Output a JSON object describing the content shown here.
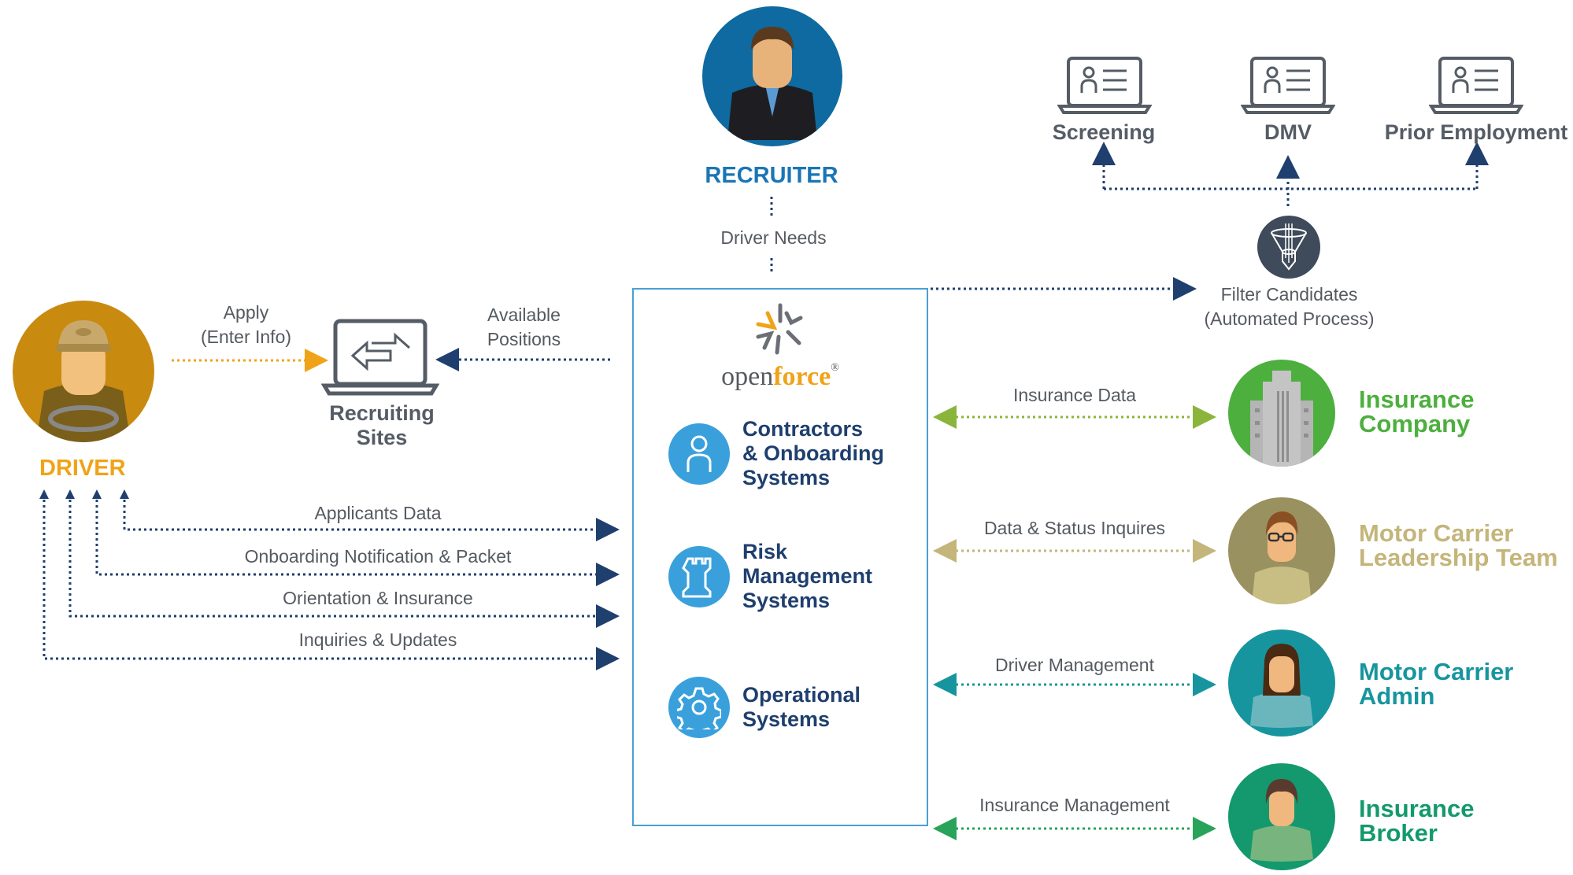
{
  "driver": {
    "title": "DRIVER",
    "color": "#f0a318",
    "icon": "truck-driver-avatar"
  },
  "recruiter": {
    "title": "RECRUITER",
    "color": "#1a75b5",
    "icon": "businessman-avatar"
  },
  "recruiting_sites": {
    "title": "Recruiting\nSites",
    "icon": "laptop-exchange-icon"
  },
  "flows": {
    "apply": "Apply\n(Enter Info)",
    "available_positions": "Available\nPositions",
    "driver_needs": "Driver Needs",
    "applicants_data": "Applicants Data",
    "onboarding": "Onboarding Notification & Packet",
    "orientation": "Orientation & Insurance",
    "inquiries": "Inquiries & Updates",
    "insurance_data": "Insurance Data",
    "data_status": "Data & Status Inquires",
    "driver_mgmt": "Driver Management",
    "insurance_mgmt": "Insurance Management"
  },
  "brand": {
    "open": "open",
    "force": "force",
    "reg": "®",
    "color_open": "#555a60",
    "color_force": "#f0a318"
  },
  "systems": [
    {
      "label": "Contractors\n& Onboarding\nSystems",
      "icon": "person-icon"
    },
    {
      "label": "Risk\nManagement\nSystems",
      "icon": "rook-icon"
    },
    {
      "label": "Operational\nSystems",
      "icon": "gear-icon"
    }
  ],
  "checks": [
    {
      "label": "Screening",
      "icon": "laptop-profile-icon"
    },
    {
      "label": "DMV",
      "icon": "laptop-profile-icon"
    },
    {
      "label": "Prior Employment",
      "icon": "laptop-profile-icon"
    }
  ],
  "filter": {
    "label": "Filter Candidates\n(Automated Process)",
    "icon": "funnel-icon"
  },
  "parties": [
    {
      "name": "Insurance\nCompany",
      "color": "#4caf3e",
      "icon": "building-avatar"
    },
    {
      "name": "Motor Carrier\nLeadership Team",
      "color": "#c4b57a",
      "icon": "man-glasses-avatar"
    },
    {
      "name": "Motor Carrier\nAdmin",
      "color": "#17959f",
      "icon": "woman-avatar"
    },
    {
      "name": "Insurance\nBroker",
      "color": "#13996d",
      "icon": "person-avatar"
    }
  ],
  "colors": {
    "navy_line": "#1f3f6e",
    "orange_line": "#f0a318",
    "green_line": "#8ab53a",
    "tan_line": "#c4b57a",
    "teal_line": "#17959f",
    "broker_line": "#2aa35a"
  }
}
